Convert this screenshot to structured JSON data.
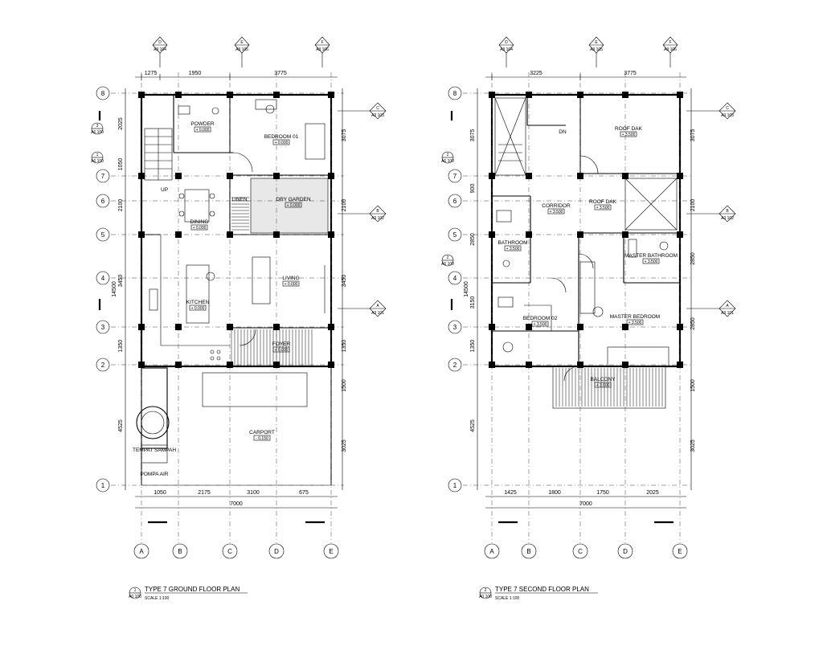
{
  "plans": [
    {
      "title": "TYPE 7 GROUND FLOOR PLAN",
      "scale": "SCALE 1:100",
      "number": "1",
      "sheet": "A0 100",
      "top_dims": [
        "1275",
        "1950",
        "3775"
      ],
      "bottom_dims": [
        "1050",
        "2175",
        "3100",
        "675"
      ],
      "total_width": "7000",
      "side_total": "14500",
      "left_dims": [
        "2025",
        "1050",
        "2100",
        "3450",
        "1350"
      ],
      "right_dims": [
        "3075",
        "2100",
        "3450",
        "1350",
        "1500",
        "3025"
      ],
      "bottom_left_dim": "4525",
      "rooms": [
        {
          "name": "POWDER",
          "level": "+ 0.000"
        },
        {
          "name": "BEDROOM 01",
          "level": "+ 0.000"
        },
        {
          "name": "DRY GARDEN",
          "level": "+ 0.000"
        },
        {
          "name": "DINING",
          "level": "+ 0.000"
        },
        {
          "name": "LIVING",
          "level": "+ 0.000"
        },
        {
          "name": "KITCHEN",
          "level": "+ 0.000"
        },
        {
          "name": "FOYER",
          "level": "+ 0.000"
        },
        {
          "name": "CARPORT",
          "level": "- 0.150"
        },
        {
          "name": "LINEN",
          "level": "+ 0.000"
        }
      ],
      "notes": [
        "UP",
        "TEMPAT SAMPAH",
        "POMPA AIR"
      ]
    },
    {
      "title": "TYPE 7 SECOND FLOOR PLAN",
      "scale": "SCALE 1:100",
      "number": "2",
      "sheet": "A0 100",
      "top_dims": [
        "3225",
        "3775"
      ],
      "bottom_dims": [
        "1425",
        "1800",
        "1750",
        "2025"
      ],
      "total_width": "7000",
      "side_total": "14500",
      "left_dims": [
        "3075",
        "900",
        "2850",
        "3150",
        "1350"
      ],
      "right_dims": [
        "3075",
        "2100",
        "2850",
        "2850",
        "1500",
        "3025"
      ],
      "bottom_left_dim": "4525",
      "rooms": [
        {
          "name": "ROOF DAK",
          "level": "+ 3.500"
        },
        {
          "name": "CORRIDOR",
          "level": "+ 3.500"
        },
        {
          "name": "ROOF DAK",
          "level": "+ 3.500"
        },
        {
          "name": "BATHROOM",
          "level": "+ 3.500"
        },
        {
          "name": "MASTER BATHROOM",
          "level": "+ 3.500"
        },
        {
          "name": "BEDROOM 02",
          "level": "+ 3.500"
        },
        {
          "name": "MASTER BEDROOM",
          "level": "+ 3.500"
        },
        {
          "name": "BALCONY",
          "level": "+ 3.500"
        }
      ],
      "notes": [
        "DN"
      ]
    }
  ],
  "grid_rows": [
    "8",
    "7",
    "6",
    "5",
    "4",
    "3",
    "2",
    "1"
  ],
  "grid_cols": [
    "A",
    "B",
    "C",
    "D",
    "E"
  ],
  "top_markers": [
    {
      "letter": "D",
      "sheet": "A3 104"
    },
    {
      "letter": "E",
      "sheet": "A3 105"
    },
    {
      "letter": "F",
      "sheet": "A3 106"
    }
  ],
  "right_markers": [
    {
      "letter": "C",
      "sheet": "A3 103"
    },
    {
      "letter": "B",
      "sheet": "A3 102"
    },
    {
      "letter": "A",
      "sheet": "A3 101"
    }
  ],
  "side_markers": [
    {
      "letter": "1",
      "sheet": "A6 100"
    },
    {
      "letter": "2",
      "sheet": "A6 100"
    },
    {
      "letter": "3",
      "sheet": "A6 100"
    }
  ]
}
